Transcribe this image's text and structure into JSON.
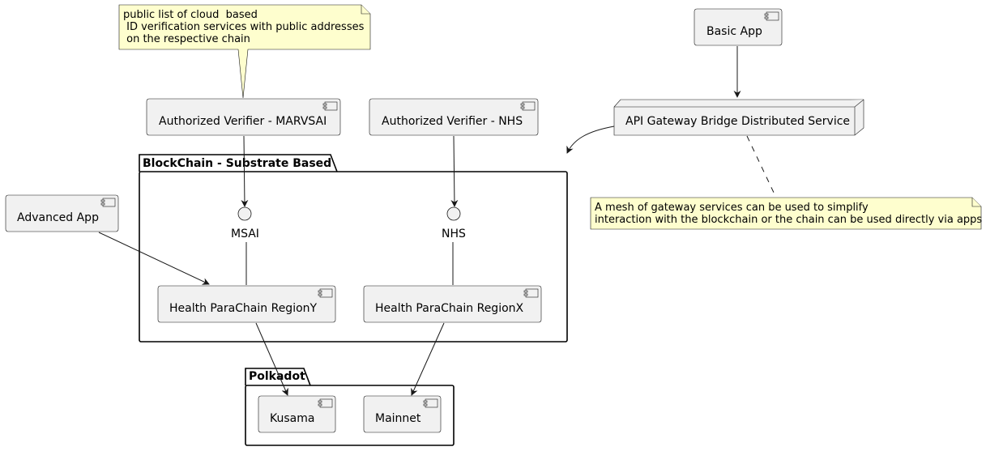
{
  "components": {
    "basic_app": "Basic App",
    "advanced_app": "Advanced App",
    "verifier_marvsai": "Authorized Verifier - MARVSAI",
    "verifier_nhs": "Authorized Verifier - NHS",
    "api_gateway": "API Gateway Bridge Distributed Service",
    "parachain_y": "Health ParaChain RegionY",
    "parachain_x": "Health ParaChain RegionX",
    "kusama": "Kusama",
    "mainnet": "Mainnet"
  },
  "packages": {
    "blockchain": "BlockChain - Substrate Based",
    "polkadot": "Polkadot"
  },
  "interfaces": {
    "msai": "MSAI",
    "nhs": "NHS"
  },
  "notes": {
    "verifiers_note": [
      "public list of cloud  based",
      " ID verification services with public addresses",
      " on the respective chain"
    ],
    "gateway_note": [
      "A mesh of gateway services can be used to simplify",
      "interaction with the blockchain or the chain can be used directly via apps"
    ]
  }
}
